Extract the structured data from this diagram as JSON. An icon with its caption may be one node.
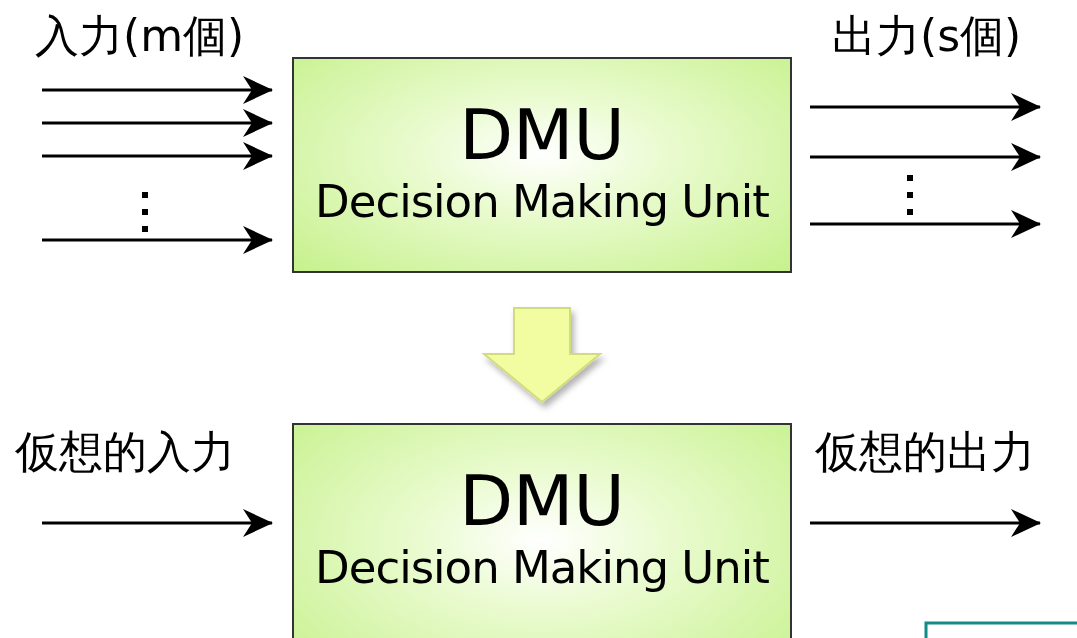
{
  "diagram": {
    "nodes": [
      {
        "text": [
          "DMU",
          "Decision Making Unit"
        ]
      },
      {
        "text": [
          "DMU",
          "Decision Making Unit"
        ]
      }
    ],
    "edges": [
      {
        "from": null,
        "to": 0,
        "arrow": "to"
      },
      {
        "from": null,
        "to": 0,
        "arrow": "to"
      },
      {
        "from": null,
        "to": 0,
        "arrow": "to"
      },
      {
        "from": null,
        "to": 0,
        "arrow": "to"
      },
      {
        "from": 0,
        "to": null,
        "arrow": "to"
      },
      {
        "from": 0,
        "to": null,
        "arrow": "to"
      },
      {
        "from": 0,
        "to": null,
        "arrow": "to"
      },
      {
        "from": 0,
        "to": 1,
        "arrow": "to",
        "style": "thick",
        "color": "#f2fca0"
      },
      {
        "from": null,
        "to": 1,
        "arrow": "to"
      },
      {
        "from": 1,
        "to": null,
        "arrow": "to"
      }
    ],
    "labels": [
      "入力(m個)",
      "出力(s個)",
      "仮想的入力",
      "仮想的出力"
    ]
  }
}
